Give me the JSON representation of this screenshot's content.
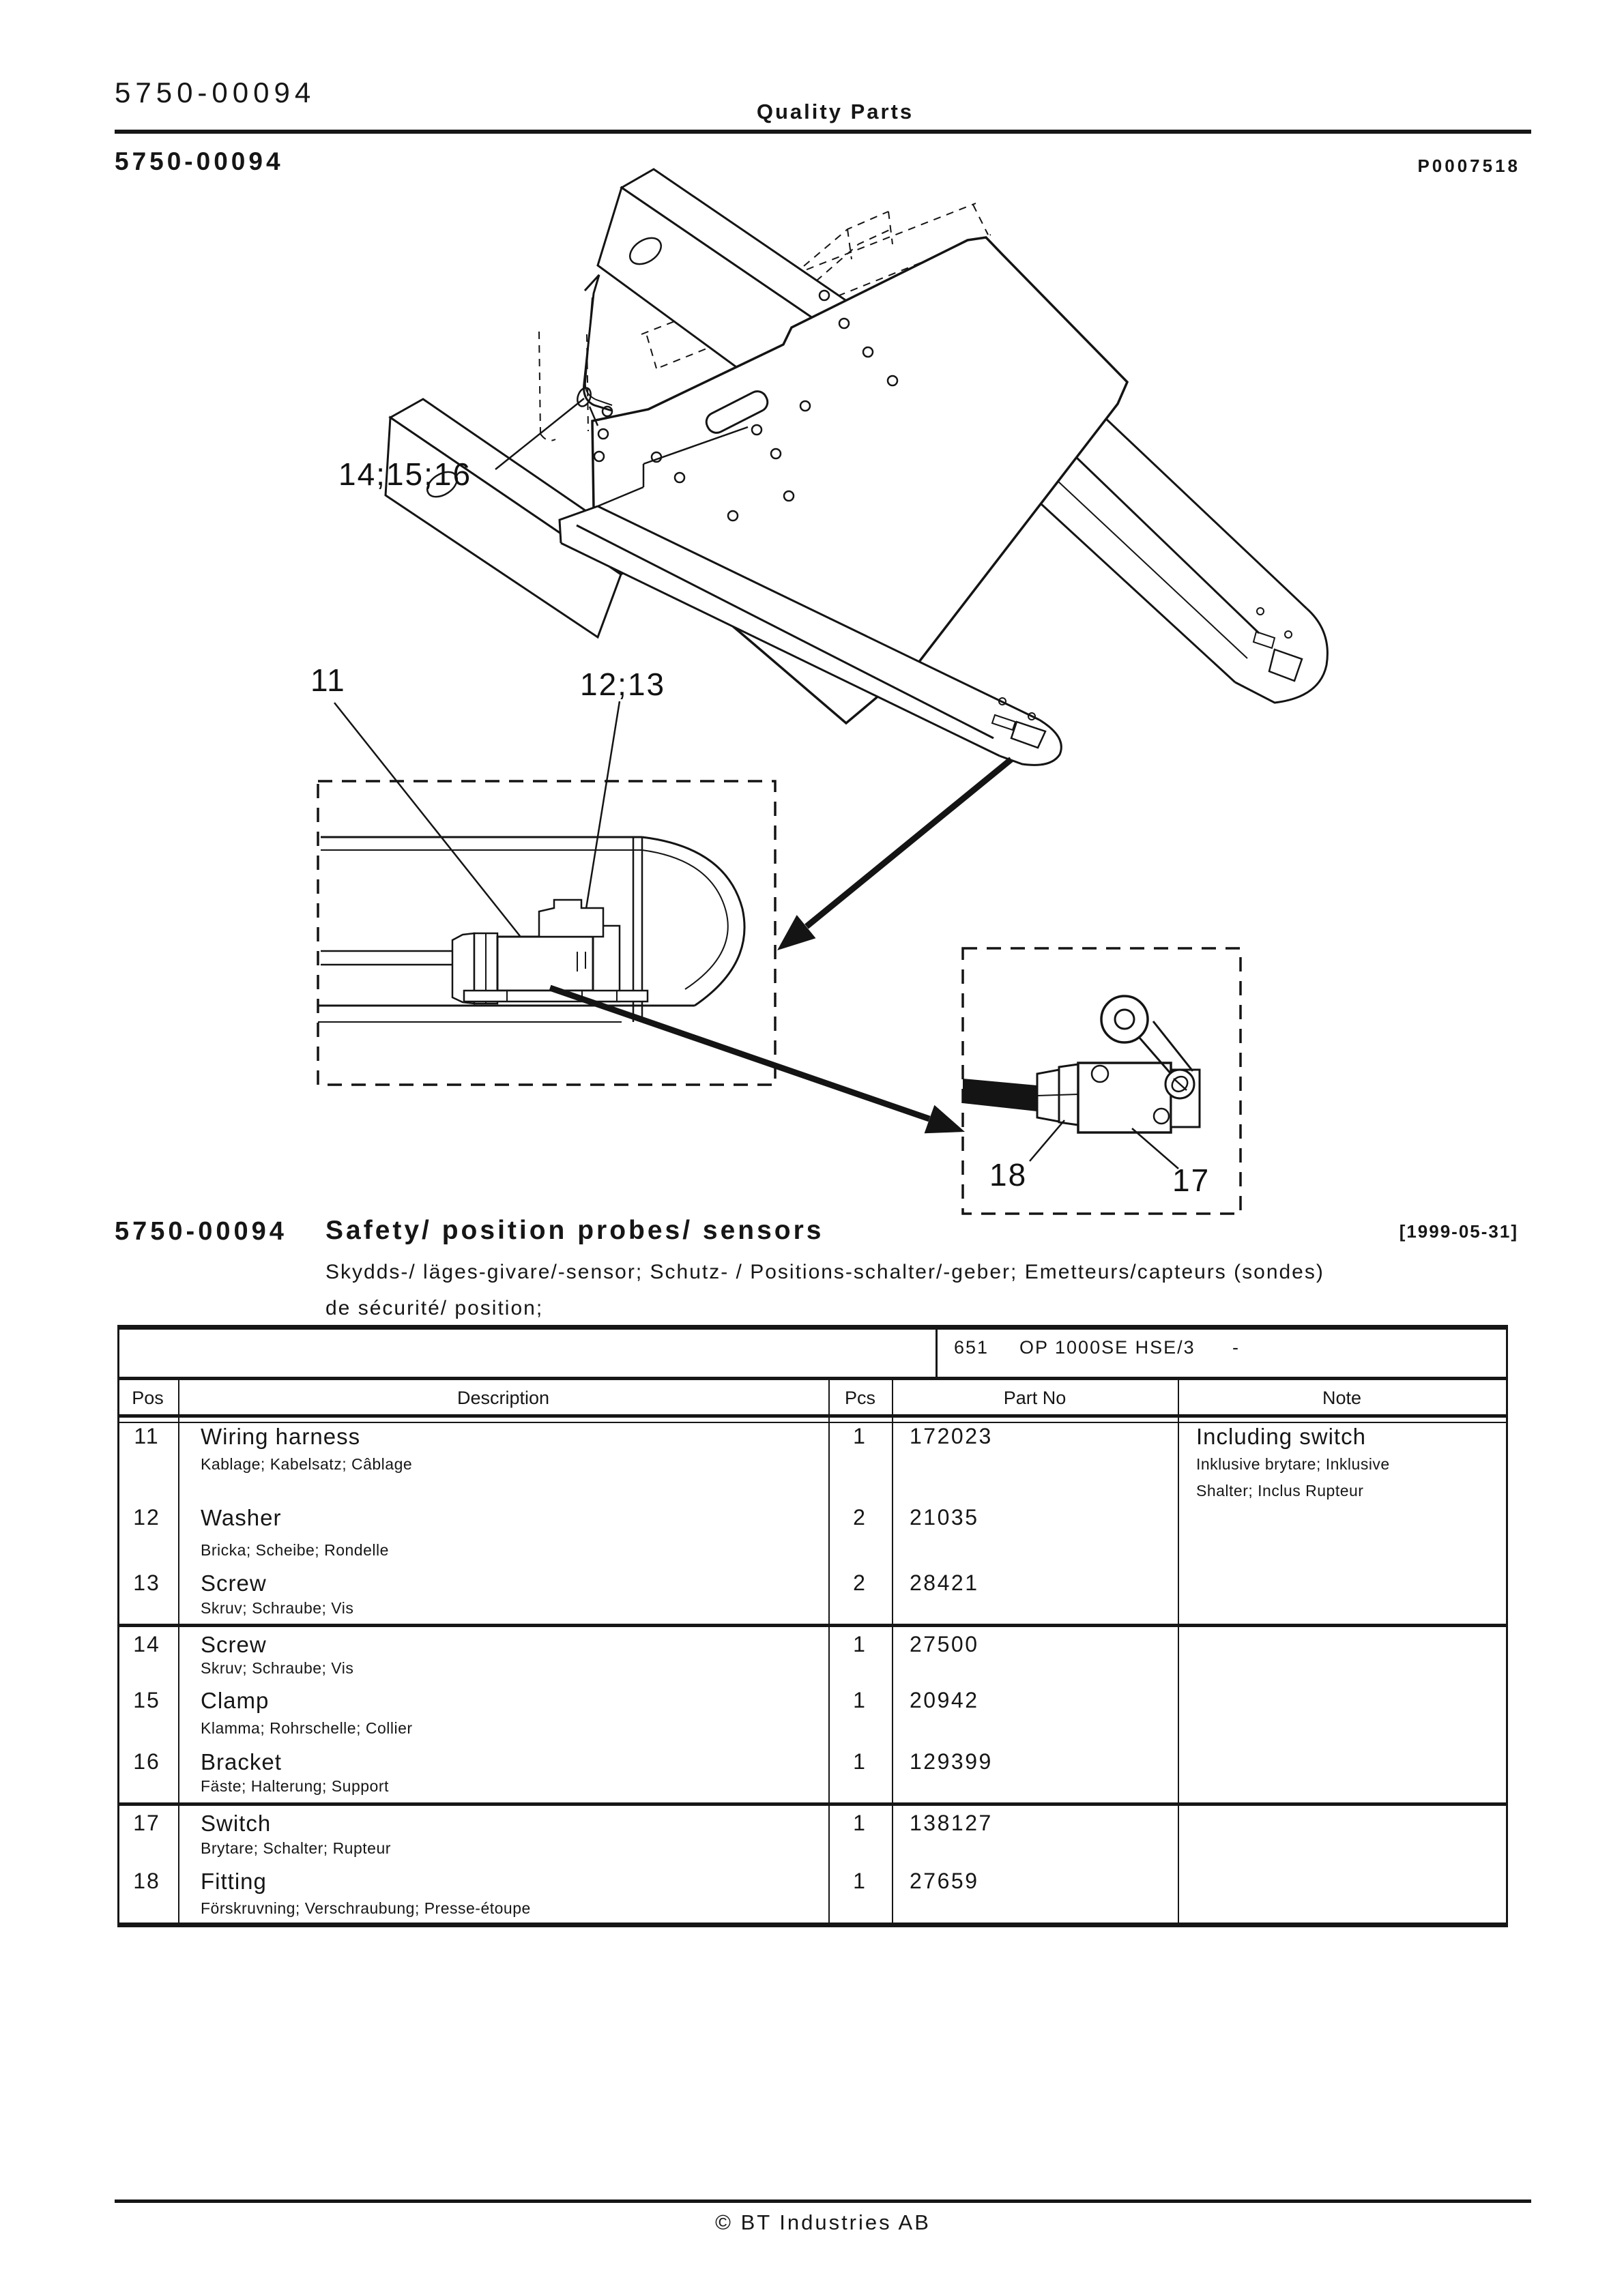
{
  "colors": {
    "ink": "#161616",
    "paper": "#ffffff"
  },
  "header": {
    "doc_number": "5750-00094",
    "brand": "Quality Parts",
    "figure_code": "P0007518"
  },
  "figure": {
    "callouts": {
      "clamp_group": "14;15;16",
      "wiring_harness": "11",
      "washer_screw": "12;13",
      "fitting": "18",
      "switch": "17"
    }
  },
  "section": {
    "number": "5750-00094",
    "title": "Safety/ position probes/ sensors",
    "date": "[1999-05-31]",
    "subtitle_line1": "Skydds-/ läges-givare/-sensor; Schutz- / Positions-schalter/-geber; Emetteurs/capteurs (sondes)",
    "subtitle_line2": "de sécurité/ position;"
  },
  "table": {
    "model_header": {
      "code": "651",
      "model": "OP 1000SE HSE/3",
      "dash": "-"
    },
    "columns": {
      "pos": "Pos",
      "description": "Description",
      "pcs": "Pcs",
      "part_no": "Part No",
      "note": "Note"
    },
    "rows": [
      {
        "pos": "11",
        "description": "Wiring harness",
        "description_sub": "Kablage; Kabelsatz; Câblage",
        "pcs": "1",
        "part_no": "172023",
        "note": "Including switch",
        "note_sub_line1": "Inklusive brytare; Inklusive",
        "note_sub_line2": "Shalter; Inclus Rupteur"
      },
      {
        "pos": "12",
        "description": "Washer",
        "description_sub": "Bricka; Scheibe; Rondelle",
        "pcs": "2",
        "part_no": "21035"
      },
      {
        "pos": "13",
        "description": "Screw",
        "description_sub": "Skruv; Schraube; Vis",
        "pcs": "2",
        "part_no": "28421"
      },
      {
        "pos": "14",
        "description": "Screw",
        "description_sub": "Skruv; Schraube; Vis",
        "pcs": "1",
        "part_no": "27500"
      },
      {
        "pos": "15",
        "description": "Clamp",
        "description_sub": "Klamma; Rohrschelle; Collier",
        "pcs": "1",
        "part_no": "20942"
      },
      {
        "pos": "16",
        "description": "Bracket",
        "description_sub": "Fäste; Halterung; Support",
        "pcs": "1",
        "part_no": "129399"
      },
      {
        "pos": "17",
        "description": "Switch",
        "description_sub": "Brytare; Schalter; Rupteur",
        "pcs": "1",
        "part_no": "138127"
      },
      {
        "pos": "18",
        "description": "Fitting",
        "description_sub": "Förskruvning; Verschraubung; Presse-étoupe",
        "pcs": "1",
        "part_no": "27659"
      }
    ]
  },
  "footer": {
    "copyright": "© BT Industries AB"
  }
}
